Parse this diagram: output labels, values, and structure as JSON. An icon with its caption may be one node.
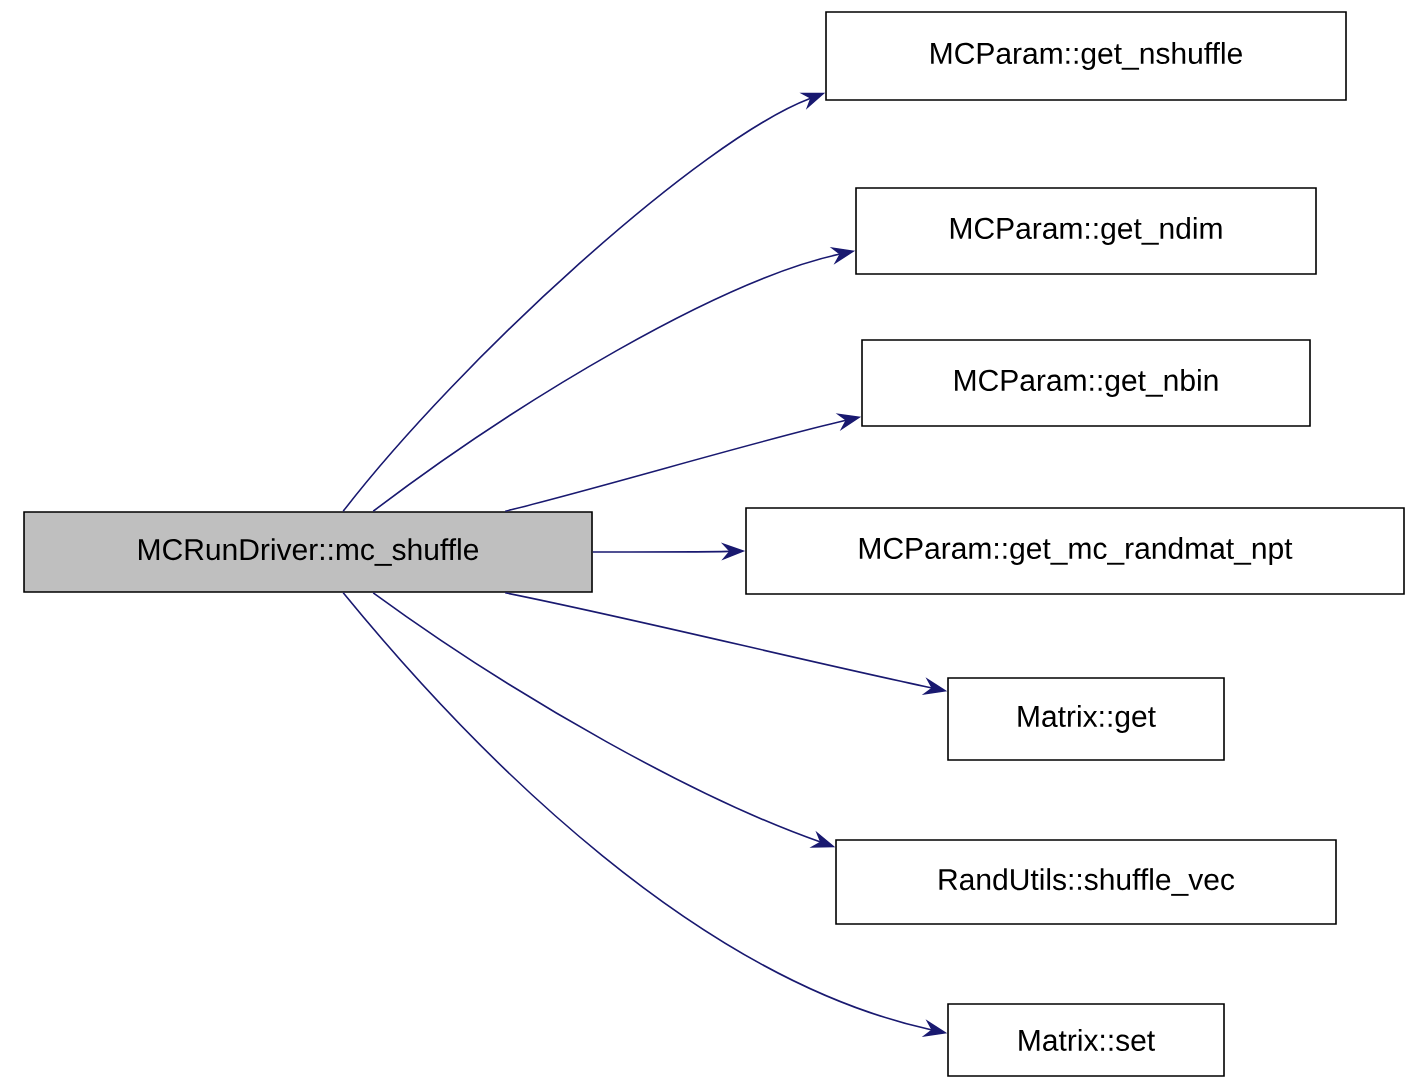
{
  "diagram": {
    "nodes": [
      {
        "text": [
          "MCRunDriver::mc_shuffle"
        ]
      },
      {
        "text": [
          "MCParam::get_nshuffle"
        ]
      },
      {
        "text": [
          "MCParam::get_ndim"
        ]
      },
      {
        "text": [
          "MCParam::get_nbin"
        ]
      },
      {
        "text": [
          "MCParam::get_mc_randmat_npt"
        ]
      },
      {
        "text": [
          "Matrix::get"
        ]
      },
      {
        "text": [
          "RandUtils::shuffle_vec"
        ]
      },
      {
        "text": [
          "Matrix::set"
        ]
      }
    ],
    "edges": [
      {
        "from": 0,
        "to": 1,
        "arrow": "to"
      },
      {
        "from": 0,
        "to": 2,
        "arrow": "to"
      },
      {
        "from": 0,
        "to": 3,
        "arrow": "to"
      },
      {
        "from": 0,
        "to": 4,
        "arrow": "to"
      },
      {
        "from": 0,
        "to": 5,
        "arrow": "to"
      },
      {
        "from": 0,
        "to": 6,
        "arrow": "to"
      },
      {
        "from": 0,
        "to": 7,
        "arrow": "to"
      }
    ]
  }
}
